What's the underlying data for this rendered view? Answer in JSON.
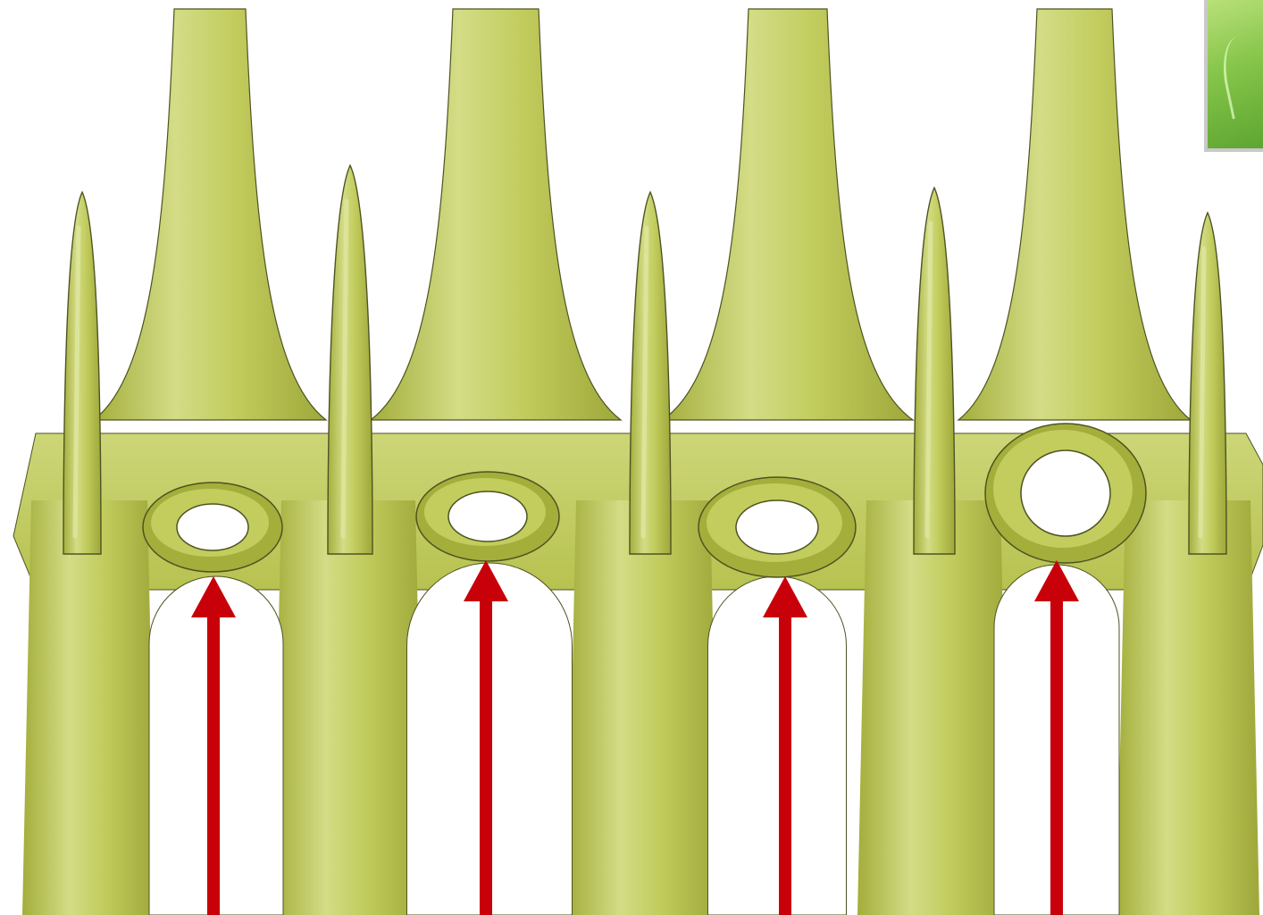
{
  "diagram": {
    "colors": {
      "leaf_fill": "#c2cd5e",
      "leaf_shade": "#a3ae3b",
      "leaf_highlight": "#dfe6a0",
      "outline": "#4e5322",
      "arrow": "#c8000a",
      "background": "#ffffff"
    },
    "pore_count": 4,
    "arrow_count": 4,
    "arrow_direction": "up",
    "thumbnail": {
      "icon": "green-grass-photo-icon",
      "colors": [
        "#b9e07a",
        "#86c54a",
        "#5da531"
      ]
    }
  }
}
